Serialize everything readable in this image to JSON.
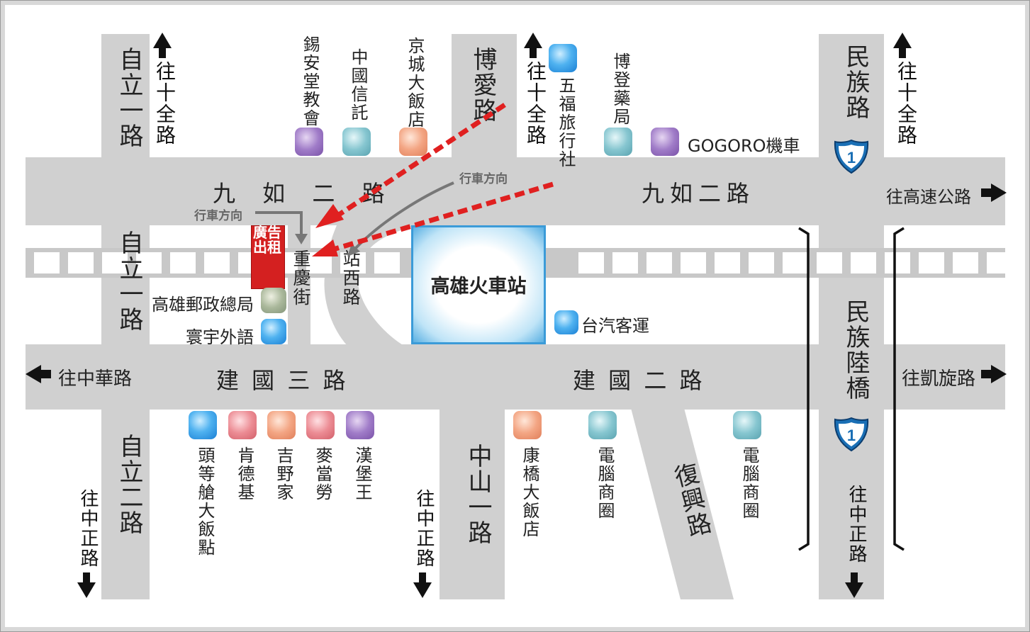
{
  "roads": {
    "jiuru": "九如二路",
    "jiuru_left": "九 如 二 路",
    "jianguo3": "建 國 三 路",
    "jianguo2": "建 國 二 路",
    "ziliyi_top": "自立一路",
    "ziliyi_mid": "自立一路",
    "ziliyi_bottom": "自立二路",
    "boai": "博愛路",
    "minzu": "民族路",
    "minzu_bridge": "民族陸橋",
    "zhongshan": "中山一路",
    "fuxing": "復興路",
    "chongqing": "重慶街",
    "zhanxi": "站西路"
  },
  "directions": {
    "to_shiquan_1": "往十全路",
    "to_shiquan_2": "往十全路",
    "to_shiquan_3": "往十全路",
    "to_highway": "往高速公路",
    "to_zhonghua": "往中華路",
    "to_kaixuan": "往凱旋路",
    "to_zhongzheng_1": "往中正路",
    "to_zhongzheng_2": "往中正路",
    "to_zhongzheng_3": "往中正路",
    "traffic_1": "行車方向",
    "traffic_2": "行車方向"
  },
  "highway_shield": "1",
  "station": "高雄火車站",
  "ad_sign": "廣告出租",
  "pois": {
    "xian_church": "錫安堂教會",
    "chinatrust": "中國信託",
    "jingcheng": "京城大飯店",
    "wufu": "五福旅行社",
    "bodeng": "博登藥局",
    "gogoro": "GOGORO機車",
    "post_office": "高雄郵政總局",
    "huanyu": "寰宇外語",
    "kuokuang": "台汽客運",
    "toudeng": "頭等艙大飯點",
    "kfc": "肯德基",
    "yoshinoya": "吉野家",
    "mcd": "麥當勞",
    "bk": "漢堡王",
    "kangqiao": "康橋大飯店",
    "mall1": "電腦商圈",
    "mall2": "電腦商圈"
  },
  "colors": {
    "road": "#d0d0d0",
    "arrow_red": "#e02020",
    "ad_red": "#d42020",
    "station_blue": "#4aa8e0",
    "shield_blue": "#1a6fb5"
  }
}
